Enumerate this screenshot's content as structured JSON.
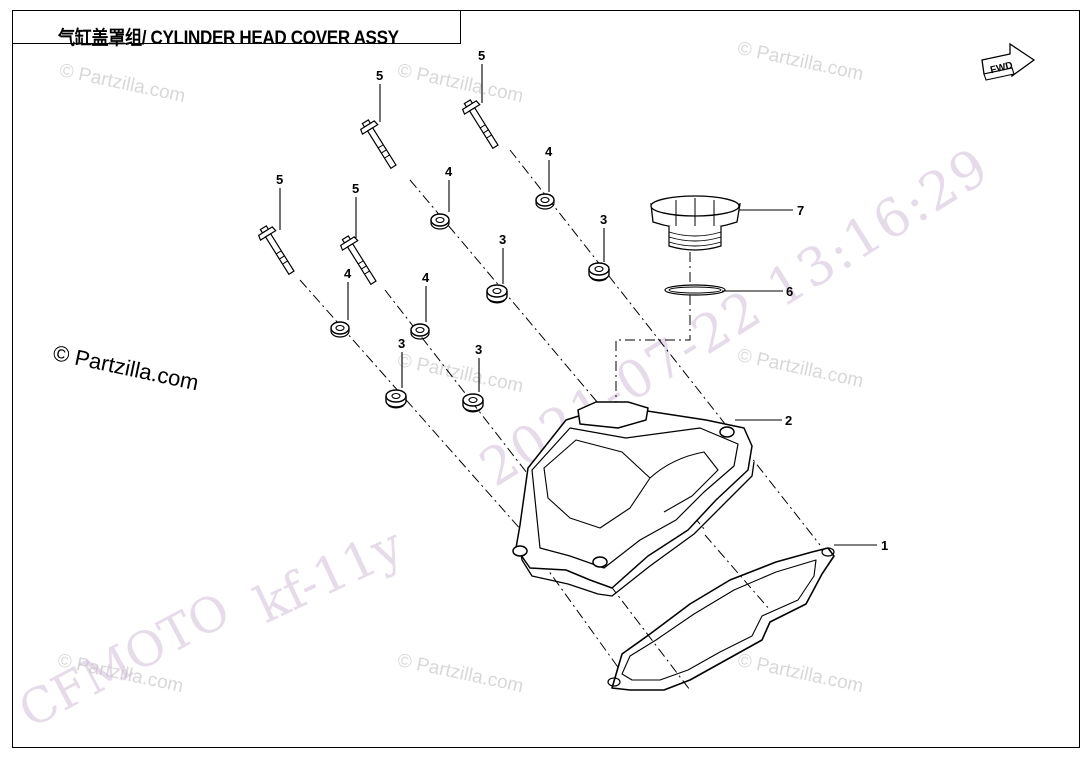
{
  "title": "气缸盖罩组/ CYLINDER HEAD COVER ASSY",
  "direction_tag": "FWD",
  "watermarks": {
    "partzilla_main": "© Partzilla.com",
    "partzilla_faint": "© Partzilla.com",
    "stamp_date": "2021-07-22 13:16:29",
    "stamp_user": "kf-11y",
    "stamp_brand": "CFMOTO"
  },
  "callouts": {
    "gasket": "1",
    "cover": "2",
    "grommet": "3",
    "washer": "4",
    "bolt": "5",
    "o_ring": "6",
    "filler_cap": "7"
  },
  "colors": {
    "line": "#000000",
    "watermark": "#d8d8d8",
    "stamp": "#d2bed7"
  }
}
